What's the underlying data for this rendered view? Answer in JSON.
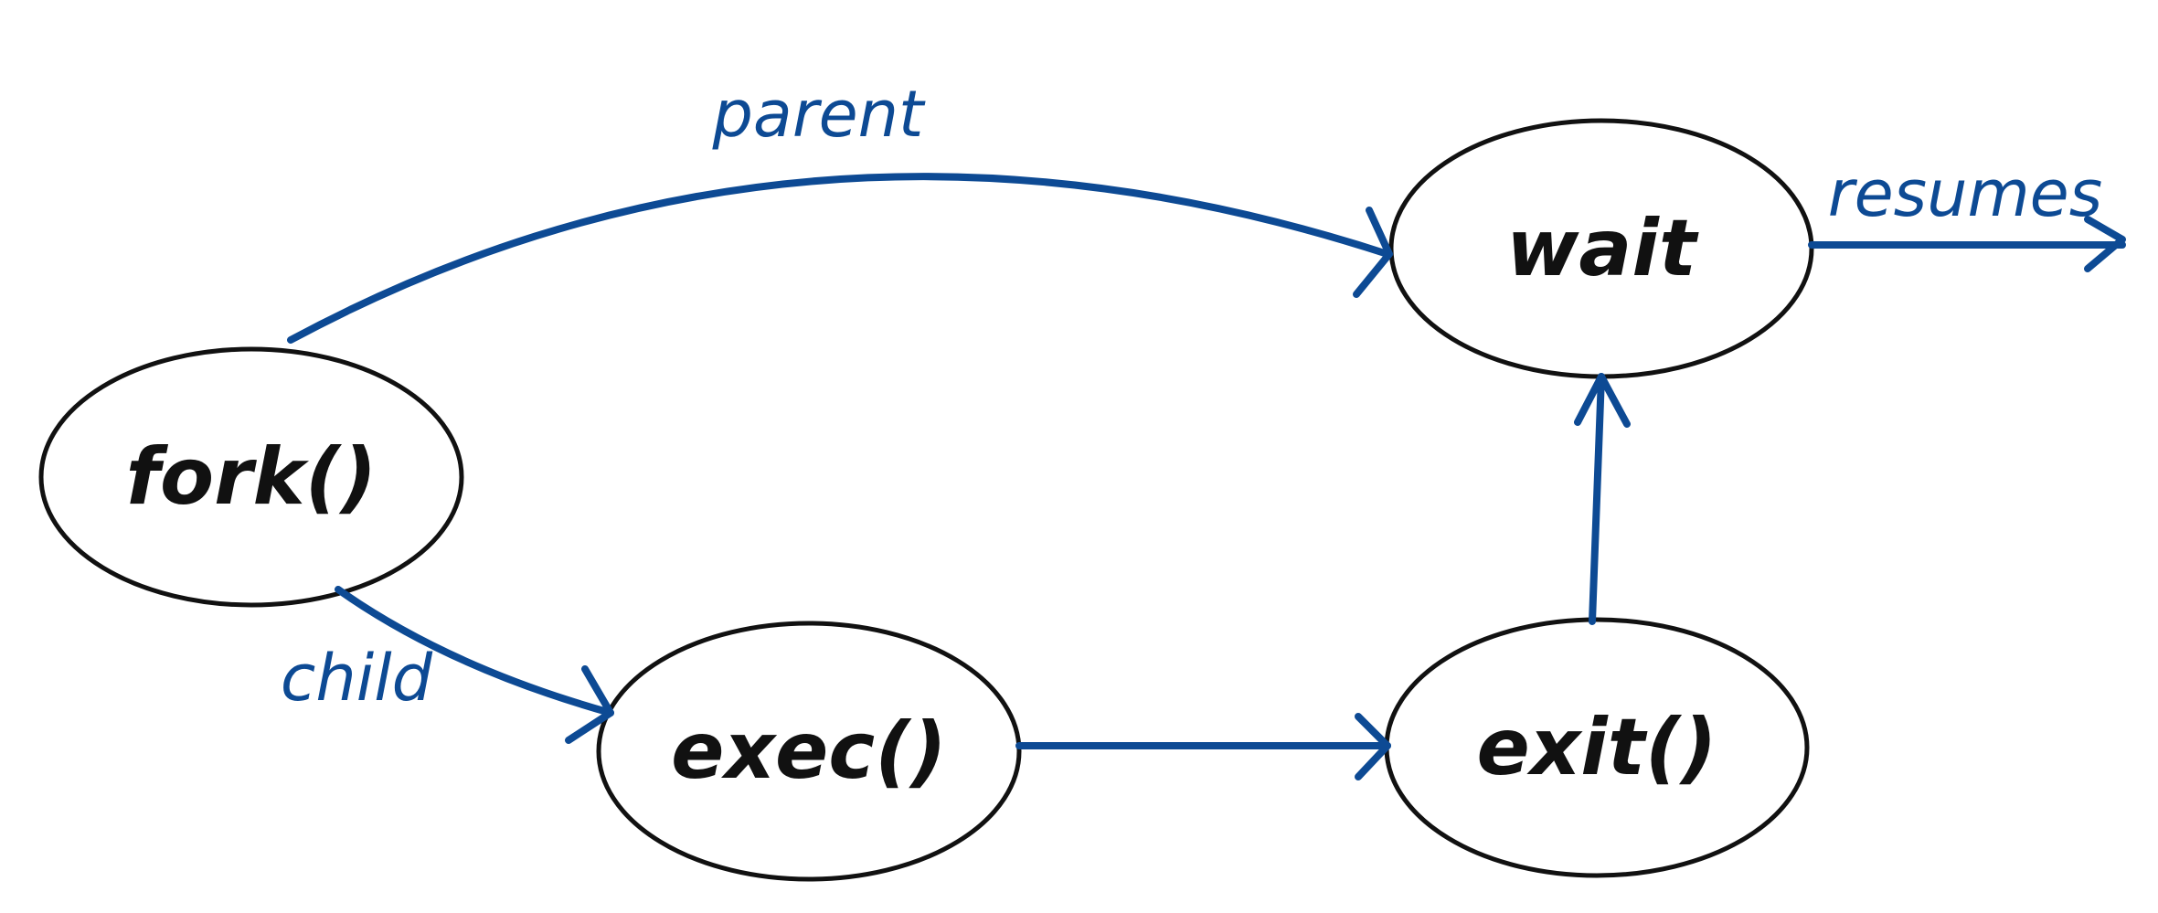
{
  "colors": {
    "ink": "#111111",
    "edge": "#0d4a94"
  },
  "nodes": {
    "fork": {
      "label": "fork()"
    },
    "exec": {
      "label": "exec()"
    },
    "exit": {
      "label": "exit()"
    },
    "wait": {
      "label": "wait"
    }
  },
  "edges": {
    "parent": {
      "label": "parent"
    },
    "child": {
      "label": "child"
    },
    "resumes": {
      "label": "resumes"
    }
  }
}
